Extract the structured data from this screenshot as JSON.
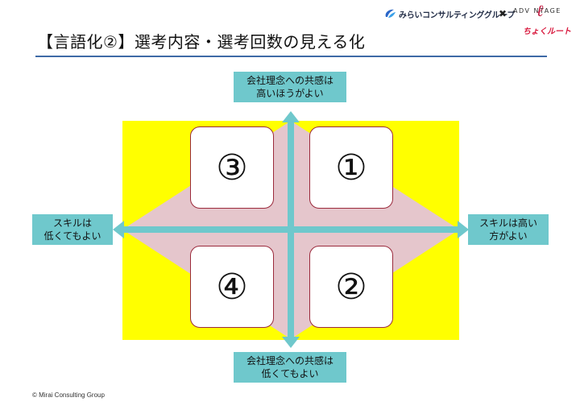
{
  "header": {
    "logo_mirai_text": "みらいコンサルティンググループ",
    "logo_cross": "✖",
    "logo_advantage_text": "ADV NTAGE",
    "logo_advantage_mark": "ℓ",
    "logo_choku_text": "ちょくルート"
  },
  "title": "【言語化②】選考内容・選考回数の見える化",
  "diagram": {
    "axis_top": "会社理念への共感は\n高いほうがよい",
    "axis_bottom": "会社理念への共感は\n低くてもよい",
    "axis_left": "スキルは\n低くてもよい",
    "axis_right": "スキルは高い\n方がよい",
    "quadrants": {
      "q1": "①",
      "q2": "②",
      "q3": "③",
      "q4": "④"
    },
    "colors": {
      "background": "#ffff00",
      "diamond": "#e5c6cc",
      "axis": "#6fc8cc",
      "box_border": "#9b2a3c"
    }
  },
  "footer": "© Mirai Consulting Group"
}
